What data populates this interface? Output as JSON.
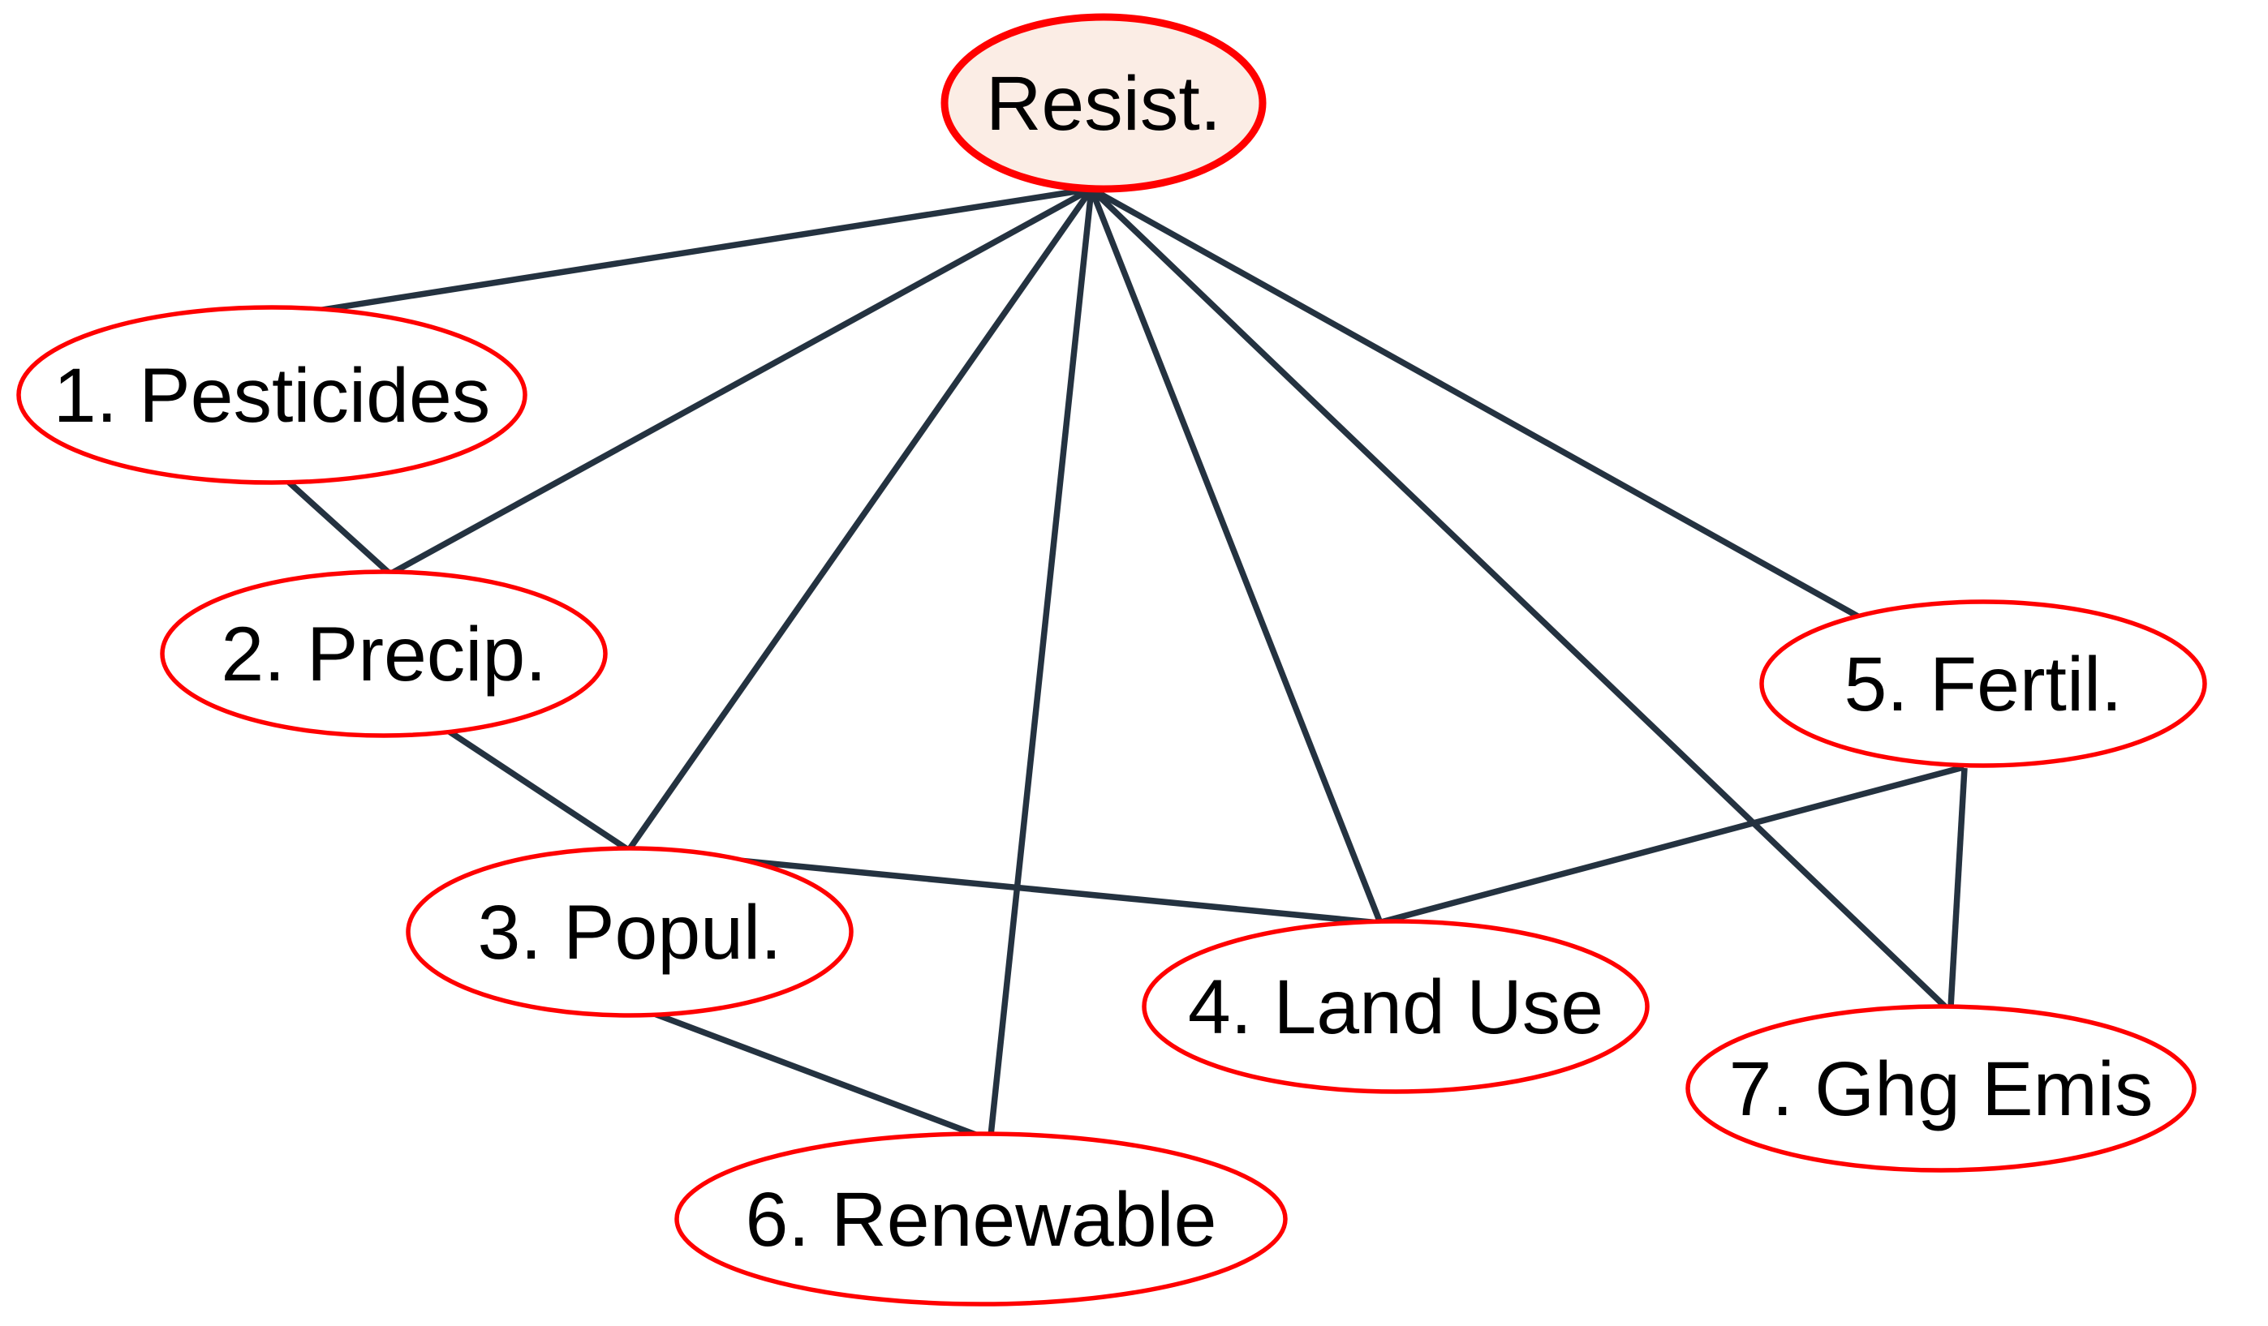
{
  "diagram": {
    "type": "undirected network graph",
    "background_color": "#ffffff",
    "edge_color": "#243240",
    "node_border_color": "#ff0000",
    "root_node_fill": "#fbede5",
    "leaf_node_fill": "#ffffff",
    "label_color": "#000000"
  },
  "nodes": [
    {
      "id": "resist",
      "label": "Resist."
    },
    {
      "id": "pesticides",
      "label": "1. Pesticides"
    },
    {
      "id": "precip",
      "label": "2. Precip."
    },
    {
      "id": "popul",
      "label": "3. Popul."
    },
    {
      "id": "landuse",
      "label": "4. Land Use"
    },
    {
      "id": "fertil",
      "label": "5. Fertil."
    },
    {
      "id": "renewable",
      "label": "6. Renewable"
    },
    {
      "id": "ghgemis",
      "label": "7. Ghg Emis"
    }
  ],
  "edges": [
    [
      "resist",
      "pesticides"
    ],
    [
      "resist",
      "precip"
    ],
    [
      "resist",
      "popul"
    ],
    [
      "resist",
      "landuse"
    ],
    [
      "resist",
      "fertil"
    ],
    [
      "resist",
      "renewable"
    ],
    [
      "resist",
      "ghgemis"
    ],
    [
      "pesticides",
      "precip"
    ],
    [
      "precip",
      "popul"
    ],
    [
      "popul",
      "landuse"
    ],
    [
      "popul",
      "renewable"
    ],
    [
      "landuse",
      "fertil"
    ],
    [
      "fertil",
      "ghgemis"
    ]
  ]
}
